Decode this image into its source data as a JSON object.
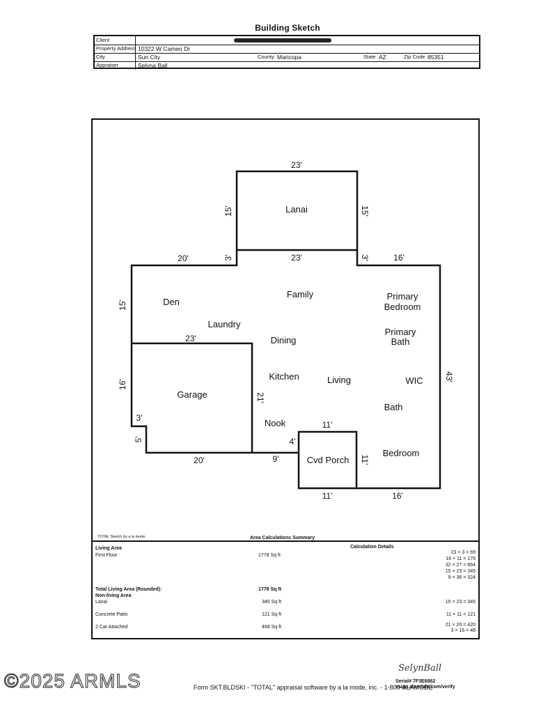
{
  "title": "Building Sketch",
  "header": {
    "client_label": "Client",
    "address_label": "Property Address",
    "address": "10322 W Cameo Dr",
    "city_label": "City",
    "city": "Sun City",
    "county_label": "County",
    "county": "Maricopa",
    "state_label": "State",
    "state": "AZ",
    "zip_label": "Zip Code",
    "zip": "85351",
    "appraiser_label": "Appraiser",
    "appraiser": "Selyna Ball"
  },
  "sketch": {
    "rooms": {
      "lanai": "Lanai",
      "den": "Den",
      "family": "Family",
      "primary_bedroom_1": "Primary",
      "primary_bedroom_2": "Bedroom",
      "laundry": "Laundry",
      "dining": "Dining",
      "primary_bath_1": "Primary",
      "primary_bath_2": "Bath",
      "garage": "Garage",
      "kitchen": "Kitchen",
      "living": "Living",
      "wic": "WIC",
      "bath": "Bath",
      "nook": "Nook",
      "cvd_porch": "Cvd Porch",
      "bedroom": "Bedroom"
    },
    "dims": {
      "lanai_top": "23'",
      "lanai_left": "15'",
      "lanai_right": "15'",
      "lanai_bottom": "23'",
      "top_left": "20'",
      "step_left": "3'",
      "step_right": "3'",
      "top_right": "16'",
      "den_side": "15'",
      "garage_top": "23'",
      "garage_side": "16'",
      "right_side": "43'",
      "garage_right": "21'",
      "garage_notch": "3'",
      "garage_notch_side": "5'",
      "garage_bottom": "20'",
      "porch_top": "11'",
      "porch_step": "4'",
      "bottom_mid": "9'",
      "porch_right": "11'",
      "porch_bottom": "11'",
      "bottom_right": "16'"
    }
  },
  "summary": {
    "credit": "TOTAL Sketch by a la mode",
    "title": "Area Calculations Summary",
    "living_area": "Living Area",
    "details_title": "Calculation Details",
    "first_floor": "First Floor",
    "first_floor_value": "1778 Sq ft",
    "calcs": [
      "23 × 3   =    69",
      "16 × 11 =  176",
      "32 × 27 =  864",
      "15 × 23 =  345",
      "9 × 36   =  324"
    ],
    "total_label": "Total Living Area (Rounded):",
    "total_value": "1778 Sq ft",
    "non_living": "Non-living Area",
    "lanai": "Lanai",
    "lanai_value": "345 Sq ft",
    "lanai_calc": "15 × 23 =  345",
    "patio": "Concrete Patio",
    "patio_value": "121 Sq ft",
    "patio_calc": "11 × 11 =  121",
    "garage": "2 Car Attached",
    "garage_value": "468 Sq ft",
    "garage_calc_1": "21 × 20 =  420",
    "garage_calc_2": "3 × 16   =    48"
  },
  "footer": {
    "watermark": "©2025 ARMLS",
    "form": "Form SKT.BLDSKI - \"TOTAL\" appraisal software by a la mode, inc. - 1-800-ALAMODE",
    "signature": "SelynBall",
    "serial": "Serial# 7F3E6882",
    "verify": "esign.alamode.com/verify"
  }
}
